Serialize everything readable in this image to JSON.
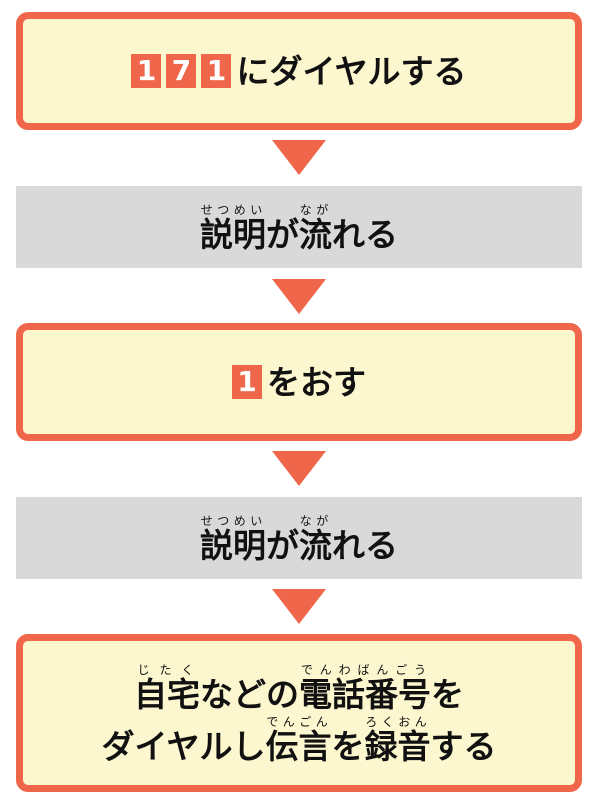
{
  "steps": {
    "dial": {
      "digits": [
        "1",
        "7",
        "1"
      ],
      "text": "にダイヤルする"
    },
    "explain1": {
      "kanji1": "説明",
      "ruby1": "せつめい",
      "kana1": "が",
      "kanji2": "流",
      "ruby2": "なが",
      "kana2": "れる"
    },
    "press": {
      "digit": "1",
      "text": "をおす"
    },
    "explain2": {
      "kanji1": "説明",
      "ruby1": "せつめい",
      "kana1": "が",
      "kanji2": "流",
      "ruby2": "なが",
      "kana2": "れる"
    },
    "record": {
      "l1_k1": "自宅",
      "l1_r1": "じたく",
      "l1_t1": "などの",
      "l1_k2": "電話番号",
      "l1_r2": "でんわばんごう",
      "l1_t2": "を",
      "l2_t1": "ダイヤルし",
      "l2_k1": "伝言",
      "l2_r1": "でんごん",
      "l2_t2": "を",
      "l2_k2": "録音",
      "l2_r2": "ろくおん",
      "l2_t3": "する"
    }
  },
  "colors": {
    "accent": "#f0664a",
    "step_bg": "#fdf7cf",
    "info_bg": "#d9d9d9"
  }
}
